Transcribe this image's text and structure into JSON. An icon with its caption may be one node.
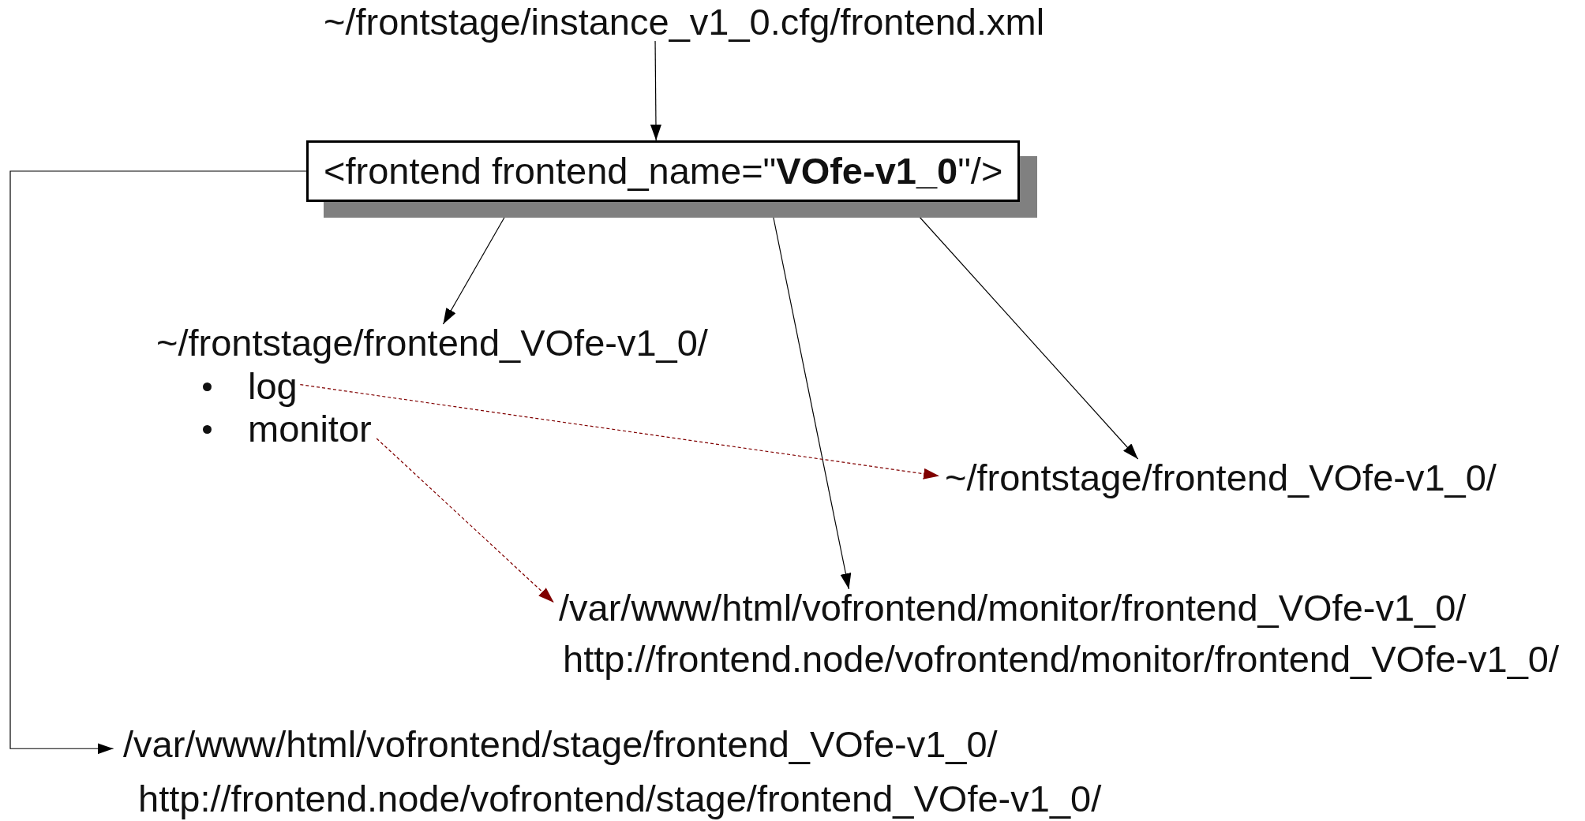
{
  "diagram": {
    "nodes": [
      {
        "text": [
          "~/frontstage/instance_v1_0.cfg/frontend.xml"
        ]
      },
      {
        "text": [
          "<frontend frontend_name=\"**VOfe-v1_0**\"/>"
        ]
      },
      {
        "text": [
          "~/frontstage/frontend_VOfe-v1_0/"
        ]
      },
      {
        "text": [
          "log"
        ]
      },
      {
        "text": [
          "monitor"
        ]
      },
      {
        "text": [
          "~/frontstage/frontend_VOfe-v1_0/"
        ]
      },
      {
        "text": [
          "/var/www/html/vofrontend/monitor/frontend_VOfe-v1_0/",
          "http://frontend.node/vofrontend/monitor/frontend_VOfe-v1_0/"
        ]
      },
      {
        "text": [
          "/var/www/html/vofrontend/stage/frontend_VOfe-v1_0/",
          "http://frontend.node/vofrontend/stage/frontend_VOfe-v1_0/"
        ]
      }
    ],
    "edges": [
      {
        "from": 0,
        "to": 1,
        "arrow": "to"
      },
      {
        "from": 1,
        "to": 2,
        "arrow": "to"
      },
      {
        "from": 1,
        "to": 6,
        "arrow": "to"
      },
      {
        "from": 1,
        "to": 5,
        "arrow": "to"
      },
      {
        "from": 3,
        "to": 5,
        "arrow": "to",
        "style": "dashed",
        "color": "#800000"
      },
      {
        "from": 4,
        "to": 6,
        "arrow": "to",
        "style": "dashed",
        "color": "#800000"
      },
      {
        "from": 1,
        "to": 7,
        "arrow": "to"
      }
    ]
  }
}
